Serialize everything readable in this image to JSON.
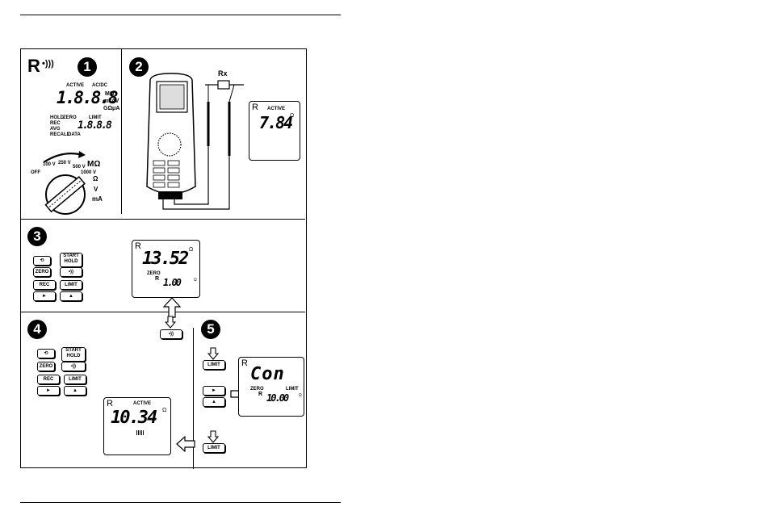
{
  "panel1": {
    "step": "1",
    "mode_label": "R",
    "lcd": {
      "active": "ACTIVE",
      "acdc": "AC/DC",
      "big": "1.8.8.8",
      "unit_top": "MΩ",
      "unit_mid": "mkAV",
      "unit_bot": "GΩμA",
      "hold": "HOLD",
      "zero": "ZERO",
      "rec": "REC",
      "avg": "AVG",
      "recall": "RECALL",
      "data": "DATA",
      "limit": "LIMIT",
      "small": "1.8.8.8"
    },
    "dial": {
      "off": "OFF",
      "v100": "100 V",
      "v250": "250 V",
      "v500": "500 V",
      "v1000": "1000 V",
      "mohm": "MΩ",
      "ohm": "Ω",
      "volt": "V",
      "ma": "mA"
    }
  },
  "panel2": {
    "step": "2",
    "resistor": "Rx",
    "lcd": {
      "mode": "R",
      "active": "ACTIVE",
      "value": "7.84",
      "unit": "Ω"
    }
  },
  "panel3": {
    "step": "3",
    "lcd": {
      "mode": "R",
      "value": "13.52",
      "unit": "Ω",
      "zero": "ZERO",
      "sub_label": "R",
      "sub_value": "1.00",
      "sub_unit": "Ω"
    },
    "buttons": {
      "start": "START",
      "hold": "HOLD",
      "zero": "ZERO",
      "rec": "REC",
      "limit": "LIMIT",
      "play": "►",
      "up": "▲"
    }
  },
  "panel4": {
    "step": "4",
    "lcd": {
      "mode": "R",
      "active": "ACTIVE",
      "value": "10.34",
      "unit": "Ω"
    },
    "buttons": {
      "start": "START",
      "hold": "HOLD",
      "zero": "ZERO",
      "rec": "REC",
      "limit": "LIMIT",
      "play": "►",
      "up": "▲"
    }
  },
  "panel5": {
    "step": "5",
    "lcd": {
      "mode": "R",
      "value": "Con",
      "zero": "ZERO",
      "limit": "LIMIT",
      "sub_label": "R",
      "sub_value": "10.00",
      "sub_unit": "Ω"
    },
    "buttons": {
      "limit": "LIMIT",
      "play": "►",
      "up": "▲"
    }
  }
}
